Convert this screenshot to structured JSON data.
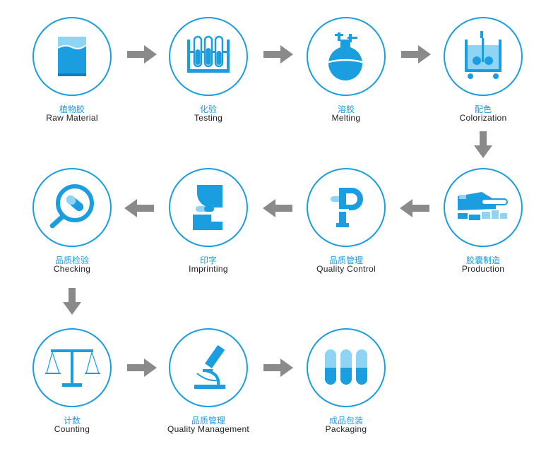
{
  "colors": {
    "accent": "#1a9ee0",
    "light": "#8fd4f5",
    "arrow": "#8a8a8a"
  },
  "steps": [
    {
      "cn": "植物胶",
      "en": "Raw Material",
      "icon": "raw-material-icon"
    },
    {
      "cn": "化验",
      "en": "Testing",
      "icon": "test-tubes-icon"
    },
    {
      "cn": "溶胶",
      "en": "Melting",
      "icon": "flask-icon"
    },
    {
      "cn": "配色",
      "en": "Colorization",
      "icon": "mixing-tank-icon"
    },
    {
      "cn": "胶囊制造",
      "en": "Production",
      "icon": "production-machine-icon"
    },
    {
      "cn": "品质管理",
      "en": "Quality  Control",
      "icon": "micrometer-icon"
    },
    {
      "cn": "印字",
      "en": "Imprinting",
      "icon": "imprinting-icon"
    },
    {
      "cn": "品质检验",
      "en": "Checking",
      "icon": "magnifier-icon"
    },
    {
      "cn": "计数",
      "en": "Counting",
      "icon": "balance-scale-icon"
    },
    {
      "cn": "品质管理",
      "en": "Quality  Management",
      "icon": "microscope-icon"
    },
    {
      "cn": "成品包装",
      "en": "Packaging",
      "icon": "capsules-icon"
    }
  ]
}
